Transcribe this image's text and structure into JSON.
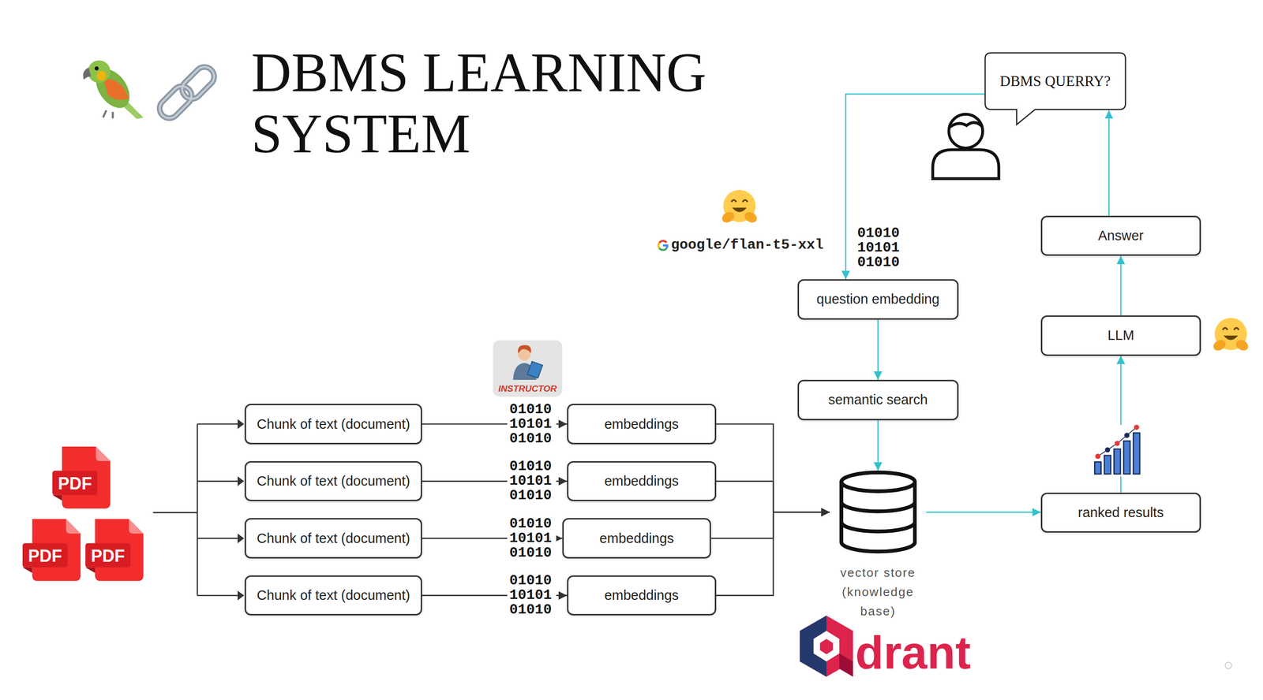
{
  "diagram": {
    "title": "DBMS LEARNING SYSTEM",
    "nodes": [
      {
        "text": [
          "DBMS QUERRY?"
        ]
      },
      {
        "text": [
          "question embedding"
        ]
      },
      {
        "text": [
          "semantic search"
        ]
      },
      {
        "text": [
          "Answer"
        ]
      },
      {
        "text": [
          "LLM"
        ]
      },
      {
        "text": [
          "ranked results"
        ]
      },
      {
        "text": [
          "vector store (knowledge base)"
        ]
      },
      {
        "text": [
          "Chunk of text (document)"
        ]
      },
      {
        "text": [
          "Chunk of text (document)"
        ]
      },
      {
        "text": [
          "Chunk of text (document)"
        ]
      },
      {
        "text": [
          "Chunk of text (document)"
        ]
      },
      {
        "text": [
          "embeddings"
        ]
      },
      {
        "text": [
          "embeddings"
        ]
      },
      {
        "text": [
          "embeddings"
        ]
      },
      {
        "text": [
          "embeddings"
        ]
      }
    ],
    "edges": [
      {
        "from": 0,
        "to": 1,
        "arrow": "to"
      },
      {
        "from": 1,
        "to": 2,
        "arrow": "to"
      },
      {
        "from": 2,
        "to": 6,
        "arrow": "to"
      },
      {
        "from": 7,
        "to": 11,
        "arrow": "to"
      },
      {
        "from": 8,
        "to": 12,
        "arrow": "to"
      },
      {
        "from": 9,
        "to": 13,
        "arrow": "to"
      },
      {
        "from": 10,
        "to": 14,
        "arrow": "to"
      },
      {
        "from": 11,
        "to": 6,
        "arrow": "to"
      },
      {
        "from": 12,
        "to": 6,
        "arrow": "to"
      },
      {
        "from": 13,
        "to": 6,
        "arrow": "to"
      },
      {
        "from": 14,
        "to": 6,
        "arrow": "to"
      },
      {
        "from": 6,
        "to": 5,
        "arrow": "to"
      },
      {
        "from": 5,
        "to": 4,
        "arrow": "to"
      },
      {
        "from": 4,
        "to": 3,
        "arrow": "to"
      },
      {
        "from": 3,
        "to": 0,
        "arrow": "to"
      }
    ],
    "labels": [
      "google/flan-t5-xxl",
      "01010 10101 01010",
      "INSTRUCTOR",
      "01010 10101 01010",
      "01010 10101 01010",
      "01010 10101 01010",
      "01010 10101 01010",
      "PDF",
      "PDF",
      "PDF",
      "drant"
    ]
  }
}
